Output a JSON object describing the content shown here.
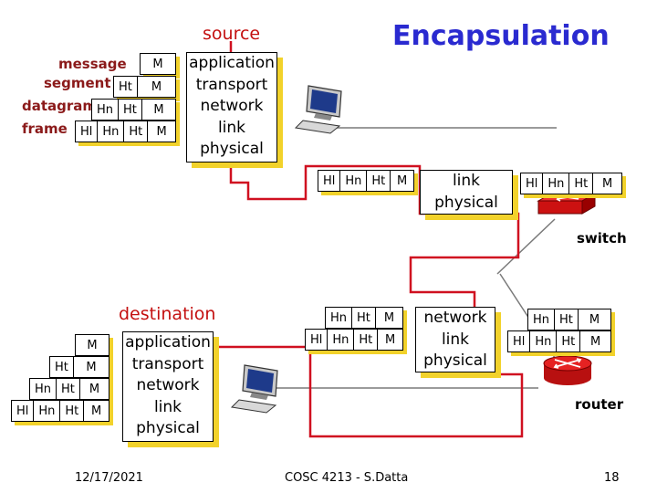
{
  "title": "Encapsulation",
  "source_label": "source",
  "destination_label": "destination",
  "source_side": {
    "labels": [
      "message",
      "segment",
      "datagram",
      "frame"
    ],
    "packets": [
      {
        "headers": [],
        "msg": "M"
      },
      {
        "headers": [
          "Ht"
        ],
        "msg": "M"
      },
      {
        "headers": [
          "Hn",
          "Ht"
        ],
        "msg": "M"
      },
      {
        "headers": [
          "Hl",
          "Hn",
          "Ht"
        ],
        "msg": "M"
      }
    ]
  },
  "source_stack": [
    "application",
    "transport",
    "network",
    "link",
    "physical"
  ],
  "destination_stack": [
    "application",
    "transport",
    "network",
    "link",
    "physical"
  ],
  "destination_side": {
    "packets": [
      {
        "headers": [],
        "msg": "M"
      },
      {
        "headers": [
          "Ht"
        ],
        "msg": "M"
      },
      {
        "headers": [
          "Hn",
          "Ht"
        ],
        "msg": "M"
      },
      {
        "headers": [
          "Hl",
          "Hn",
          "Ht"
        ],
        "msg": "M"
      }
    ]
  },
  "switch": {
    "label": "switch",
    "stack": [
      "link",
      "physical"
    ],
    "in_packet": {
      "headers": [
        "Hl",
        "Hn",
        "Ht"
      ],
      "msg": "M"
    },
    "out_packet": {
      "headers": [
        "Hl",
        "Hn",
        "Ht"
      ],
      "msg": "M"
    }
  },
  "router": {
    "label": "router",
    "stack": [
      "network",
      "link",
      "physical"
    ],
    "in_packets": [
      {
        "headers": [
          "Hn",
          "Ht"
        ],
        "msg": "M"
      },
      {
        "headers": [
          "Hl",
          "Hn",
          "Ht"
        ],
        "msg": "M"
      }
    ],
    "out_packets": [
      {
        "headers": [
          "Hn",
          "Ht"
        ],
        "msg": "M"
      },
      {
        "headers": [
          "Hl",
          "Hn",
          "Ht"
        ],
        "msg": "M"
      }
    ]
  },
  "footer": {
    "date": "12/17/2021",
    "course": "COSC 4213 - S.Datta",
    "page": "18"
  },
  "colors": {
    "title": "#2a2ad0",
    "path": "#d01020",
    "shadow": "#f2d22b",
    "router": "#d81818",
    "link_line": "#7a7a7a"
  }
}
